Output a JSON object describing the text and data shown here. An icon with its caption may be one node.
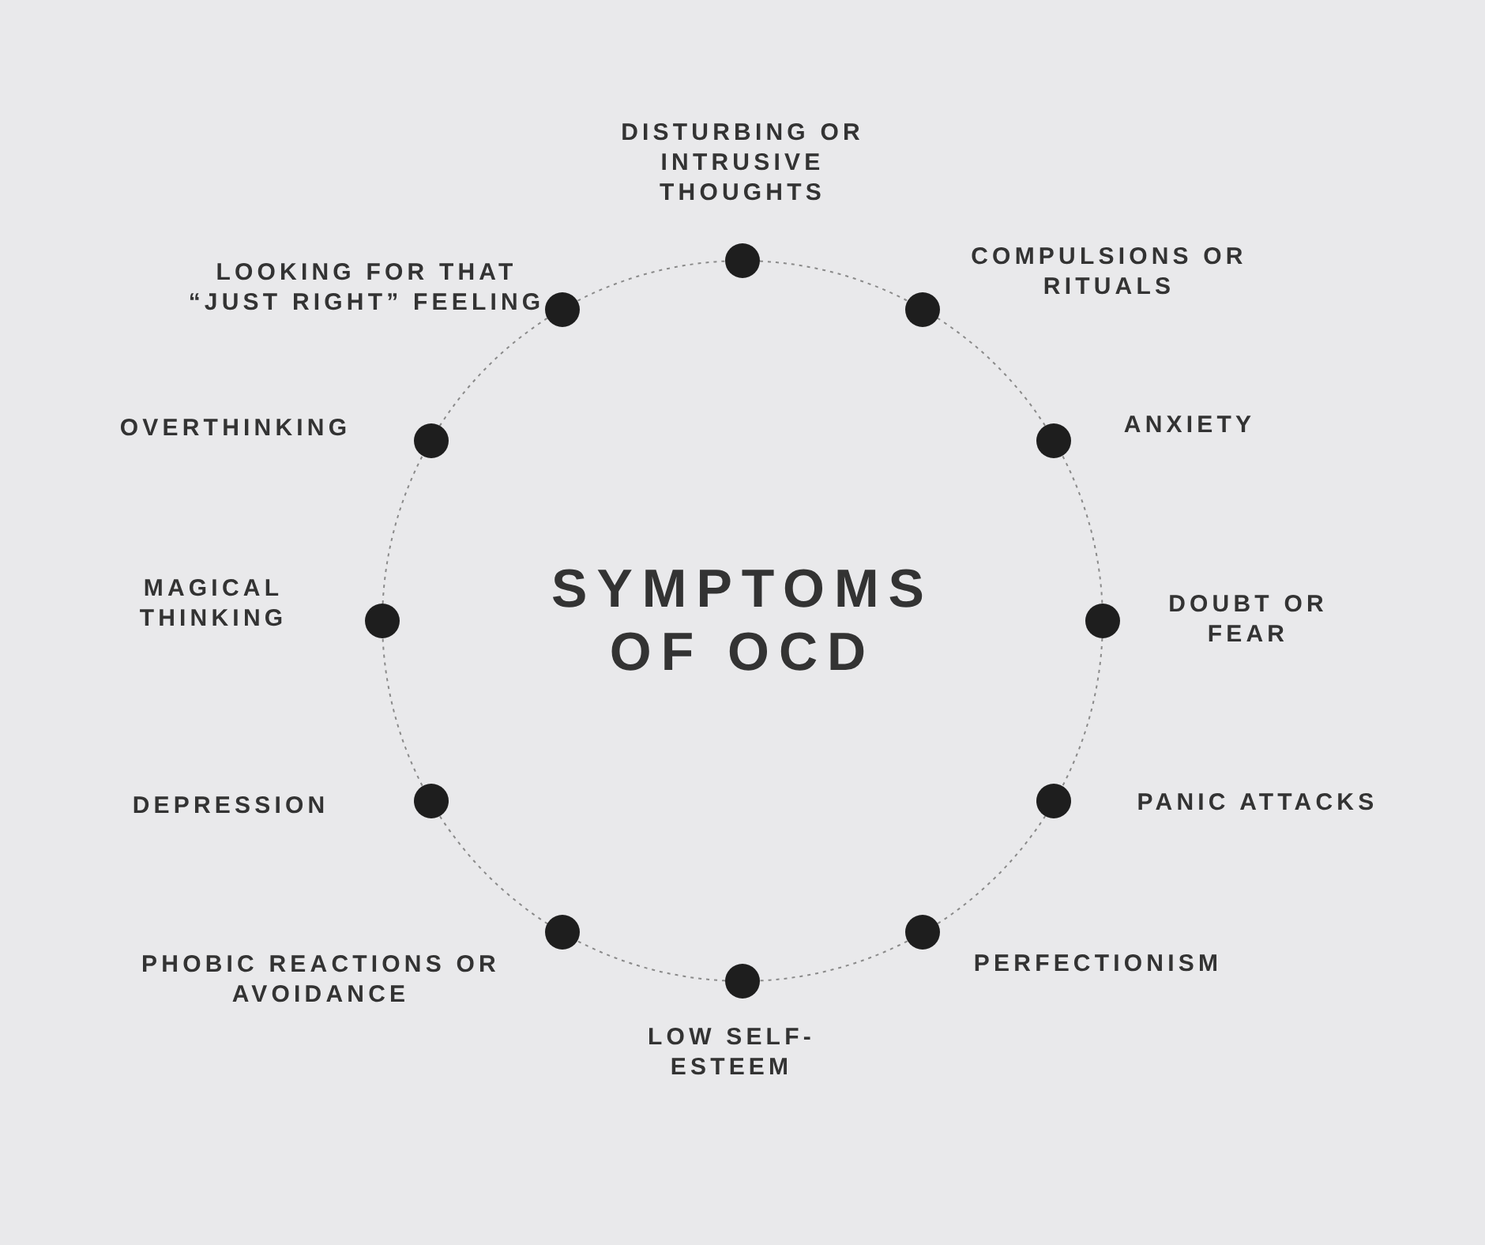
{
  "diagram": {
    "title": "SYMPTOMS OF OCD",
    "nodes": [
      {
        "text": [],
        "shape": "circle",
        "beside": [
          "DISTURBING OR INTRUSIVE THOUGHTS"
        ]
      },
      {
        "text": [],
        "shape": "circle",
        "beside": [
          "COMPULSIONS OR RITUALS"
        ]
      },
      {
        "text": [],
        "shape": "circle",
        "beside": [
          "ANXIETY"
        ]
      },
      {
        "text": [],
        "shape": "circle",
        "beside": [
          "DOUBT OR FEAR"
        ]
      },
      {
        "text": [],
        "shape": "circle",
        "beside": [
          "PANIC ATTACKS"
        ]
      },
      {
        "text": [],
        "shape": "circle",
        "beside": [
          "PERFECTIONISM"
        ]
      },
      {
        "text": [],
        "shape": "circle",
        "beside": [
          "LOW SELF-ESTEEM"
        ]
      },
      {
        "text": [],
        "shape": "circle",
        "beside": [
          "PHOBIC REACTIONS OR AVOIDANCE"
        ]
      },
      {
        "text": [],
        "shape": "circle",
        "beside": [
          "DEPRESSION"
        ]
      },
      {
        "text": [],
        "shape": "circle",
        "beside": [
          "MAGICAL THINKING"
        ]
      },
      {
        "text": [],
        "shape": "circle",
        "beside": [
          "OVERTHINKING"
        ]
      },
      {
        "text": [],
        "shape": "circle",
        "beside": [
          "LOOKING FOR THAT “JUST RIGHT” FEELING"
        ]
      }
    ],
    "edges": [
      {
        "from": 0,
        "to": 1,
        "arrow": "none",
        "style": "dashed"
      },
      {
        "from": 1,
        "to": 2,
        "arrow": "none",
        "style": "dashed"
      },
      {
        "from": 2,
        "to": 3,
        "arrow": "none",
        "style": "dashed"
      },
      {
        "from": 3,
        "to": 4,
        "arrow": "none",
        "style": "dashed"
      },
      {
        "from": 4,
        "to": 5,
        "arrow": "none",
        "style": "dashed"
      },
      {
        "from": 5,
        "to": 6,
        "arrow": "none",
        "style": "dashed"
      },
      {
        "from": 6,
        "to": 7,
        "arrow": "none",
        "style": "dashed"
      },
      {
        "from": 7,
        "to": 8,
        "arrow": "none",
        "style": "dashed"
      },
      {
        "from": 8,
        "to": 9,
        "arrow": "none",
        "style": "dashed"
      },
      {
        "from": 9,
        "to": 10,
        "arrow": "none",
        "style": "dashed"
      },
      {
        "from": 10,
        "to": 11,
        "arrow": "none",
        "style": "dashed"
      },
      {
        "from": 11,
        "to": 0,
        "arrow": "none",
        "style": "dashed"
      }
    ]
  }
}
